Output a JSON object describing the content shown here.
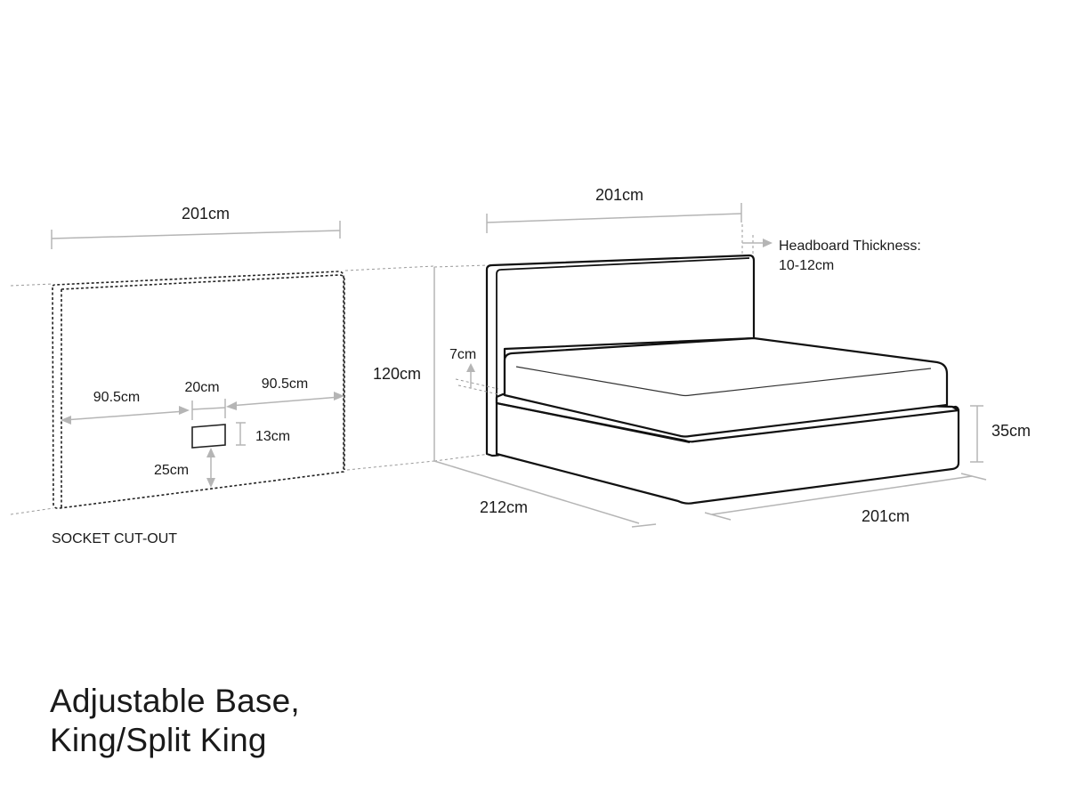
{
  "diagram": {
    "title_line1": "Adjustable Base,",
    "title_line2": "King/Split King",
    "socket_panel": {
      "caption": "SOCKET CUT-OUT",
      "width_label": "201cm",
      "left_offset_label": "90.5cm",
      "socket_width_label": "20cm",
      "right_offset_label": "90.5cm",
      "socket_height_label": "13cm",
      "socket_from_bottom_label": "25cm"
    },
    "bed": {
      "headboard_width_label": "201cm",
      "headboard_height_label": "120cm",
      "headboard_thickness_label_line1": "Headboard Thickness:",
      "headboard_thickness_label_line2": "10-12cm",
      "headboard_clearance_label": "7cm",
      "base_height_label": "35cm",
      "base_length_label": "212cm",
      "base_width_label": "201cm"
    },
    "colors": {
      "outline": "#111111",
      "dimension_line": "#b5b5b5",
      "text": "#1a1a1a",
      "background": "#ffffff"
    }
  }
}
